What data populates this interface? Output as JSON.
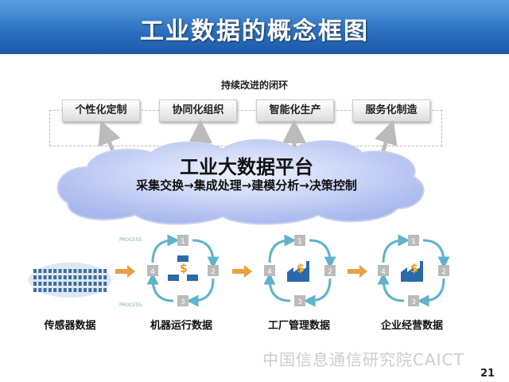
{
  "title": "工业数据的概念框图",
  "loop": {
    "label": "持续改进的闭环",
    "items": [
      "个性化定制",
      "协同化组织",
      "智能化生产",
      "服务化制造"
    ]
  },
  "platform": {
    "title": "工业大数据平台",
    "subtitle": "采集交换→集成处理→建模分析→决策控制"
  },
  "process": {
    "label": "PROCESS",
    "steps": [
      "1",
      "2",
      "3",
      "4"
    ]
  },
  "sources": [
    "传感器数据",
    "机器运行数据",
    "工厂管理数据",
    "企业经营数据"
  ],
  "watermark": "中国信息通信研究院CAICT",
  "page_number": "21",
  "colors": {
    "title_bar": "#2a6fc0",
    "cycle": "#5fb3cc",
    "arrow_orange": "#e8a040",
    "icon_blue": "#2a6aa8",
    "dollar": "#e0a020"
  }
}
